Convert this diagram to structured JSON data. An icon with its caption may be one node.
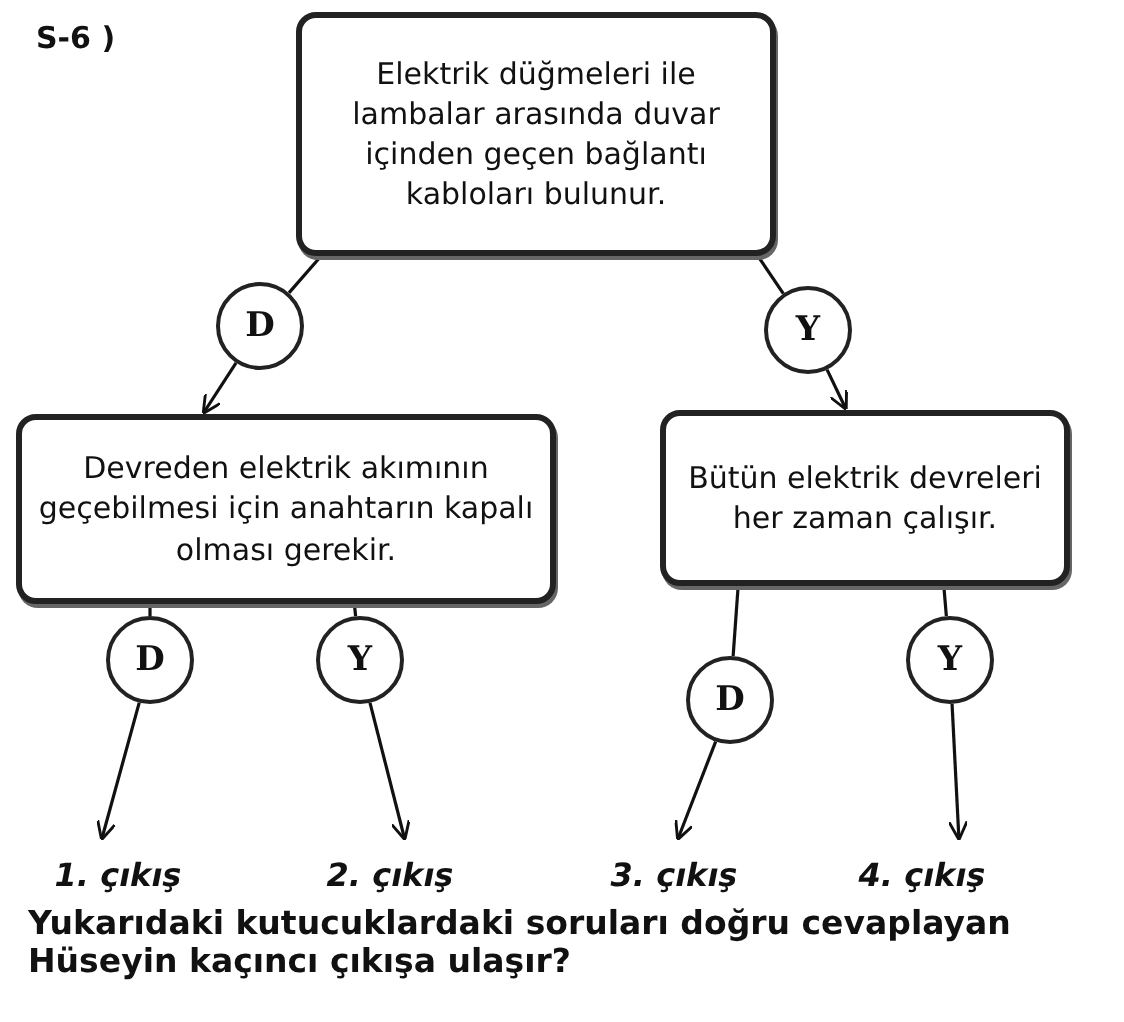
{
  "diagram": {
    "nodes": [
      {
        "text": [
          "Elektrik düğmeleri ile lambalar arasında duvar içinden geçen bağlantı kabloları bulunur."
        ]
      },
      {
        "text": [
          "D"
        ]
      },
      {
        "text": [
          "Y"
        ]
      },
      {
        "text": [
          "Devreden elektrik akımının geçebilmesi için anahtarın kapalı olması gerekir."
        ]
      },
      {
        "text": [
          "Bütün elektrik devreleri her zaman çalışır."
        ]
      },
      {
        "text": [
          "D"
        ]
      },
      {
        "text": [
          "Y"
        ]
      },
      {
        "text": [
          "D"
        ]
      },
      {
        "text": [
          "Y"
        ]
      },
      {
        "text": [
          "1. çıkış"
        ]
      },
      {
        "text": [
          "2. çıkış"
        ]
      },
      {
        "text": [
          "3. çıkış"
        ]
      },
      {
        "text": [
          "4. çıkış"
        ]
      }
    ],
    "edges": [
      {
        "from": 0,
        "to": 1,
        "arrow": "none"
      },
      {
        "from": 1,
        "to": 3,
        "arrow": "to"
      },
      {
        "from": 0,
        "to": 2,
        "arrow": "none"
      },
      {
        "from": 2,
        "to": 4,
        "arrow": "to"
      },
      {
        "from": 3,
        "to": 5,
        "arrow": "none"
      },
      {
        "from": 3,
        "to": 6,
        "arrow": "none"
      },
      {
        "from": 4,
        "to": 7,
        "arrow": "none"
      },
      {
        "from": 4,
        "to": 8,
        "arrow": "none"
      },
      {
        "from": 5,
        "to": 9,
        "arrow": "to"
      },
      {
        "from": 6,
        "to": 10,
        "arrow": "to"
      },
      {
        "from": 7,
        "to": 11,
        "arrow": "to"
      },
      {
        "from": 8,
        "to": 12,
        "arrow": "to"
      }
    ],
    "labels": [
      "S-6 )",
      "Yukarıdaki kutucuklardaki soruları doğru cevaplayan Hüseyin kaçıncı çıkışa ulaşır?"
    ]
  }
}
